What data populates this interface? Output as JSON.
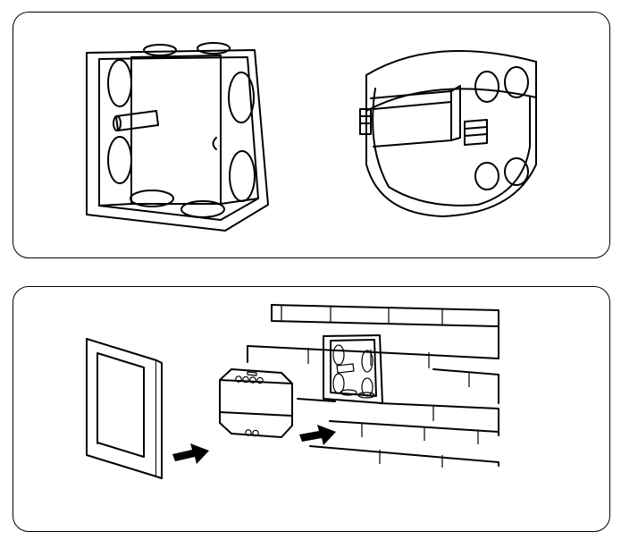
{
  "figure": {
    "top_panel": {
      "items": [
        {
          "name": "square-junction-box",
          "icon": "square-box-icon"
        },
        {
          "name": "round-junction-box",
          "icon": "round-box-icon"
        }
      ]
    },
    "bottom_panel": {
      "steps": [
        {
          "name": "wall-switch-panel",
          "icon": "switch-icon"
        },
        {
          "name": "arrow",
          "icon": "arrow-right-icon"
        },
        {
          "name": "control-module",
          "icon": "module-icon"
        },
        {
          "name": "arrow",
          "icon": "arrow-right-icon"
        },
        {
          "name": "box-in-brick-wall",
          "icon": "brick-wall-icon"
        }
      ]
    },
    "colors": {
      "line": "#000000",
      "fill": "#ffffff",
      "panel_border": "#000000"
    }
  }
}
